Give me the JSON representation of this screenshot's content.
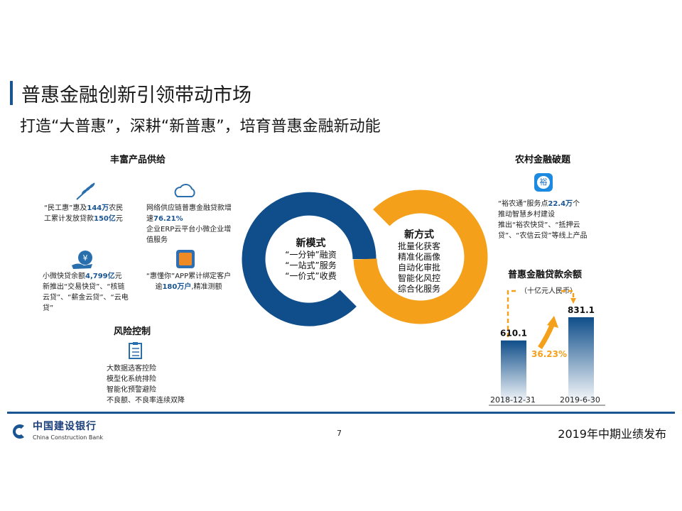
{
  "header": {
    "title": "普惠金融创新引领带动市场",
    "subtitle": "打造“大普惠”，深耕“新普惠”，培育普惠金融新动能"
  },
  "products": {
    "heading": "丰富产品供给",
    "item1": {
      "pre": "“民工惠”惠及",
      "n1": "144万",
      "mid": "农民工累计发放贷款",
      "n2": "150亿",
      "post": "元",
      "icon": "wheat-icon"
    },
    "item2": {
      "pre": "网络供应链普惠金融贷款增速",
      "n1": "76.21%",
      "line2": "企业ERP云平台小微企业增值服务",
      "icon": "cloud-icon"
    },
    "item3": {
      "pre": "小微快贷余额",
      "n1": "4,799亿",
      "post": "元",
      "line2": "新推出“交易快贷”、“核链云贷”、“薪金云贷”、“云电贷”",
      "icon": "yuan-hand-icon"
    },
    "item4": {
      "pre": "“惠懂你”APP累计绑定客户逾",
      "n1": "180万户",
      "post": ",精准测额",
      "icon": "hui-app-icon"
    }
  },
  "risk": {
    "heading": "风险控制",
    "lines": [
      "大数据选客控险",
      "模型化系统排险",
      "智能化预警避险",
      "不良额、不良率连续双降"
    ],
    "icon": "checklist-icon"
  },
  "rings": {
    "left": {
      "title": "新模式",
      "lines": [
        "“一分钟”融资",
        "“一站式”服务",
        "“一价式”收费"
      ]
    },
    "right": {
      "title": "新方式",
      "lines": [
        "批量化获客",
        "精准化画像",
        "自动化审批",
        "智能化风控",
        "综合化服务"
      ]
    },
    "colors": {
      "blue": "#0f4e8a",
      "orange": "#f5a01a"
    }
  },
  "rural": {
    "heading": "农村金融破题",
    "pre": "“裕农通”服务点",
    "n1": "22.4万",
    "post": "个",
    "line2": "推动智慧乡村建设",
    "line3": "推出“裕农快贷”、“抵押云贷”、“农信云贷”等线上产品",
    "icon": "yu-app-icon"
  },
  "chart_data": {
    "type": "bar",
    "title": "普惠金融贷款余额",
    "unit": "（十亿元人民币）",
    "categories": [
      "2018-12-31",
      "2019-6-30"
    ],
    "values": [
      610.1,
      831.1
    ],
    "growth_label": "36.23%",
    "ylim": [
      0,
      900
    ]
  },
  "footer": {
    "bank_cn": "中国建设银行",
    "bank_en": "China Construction Bank",
    "page": "7",
    "report": "2019年中期业绩发布"
  }
}
